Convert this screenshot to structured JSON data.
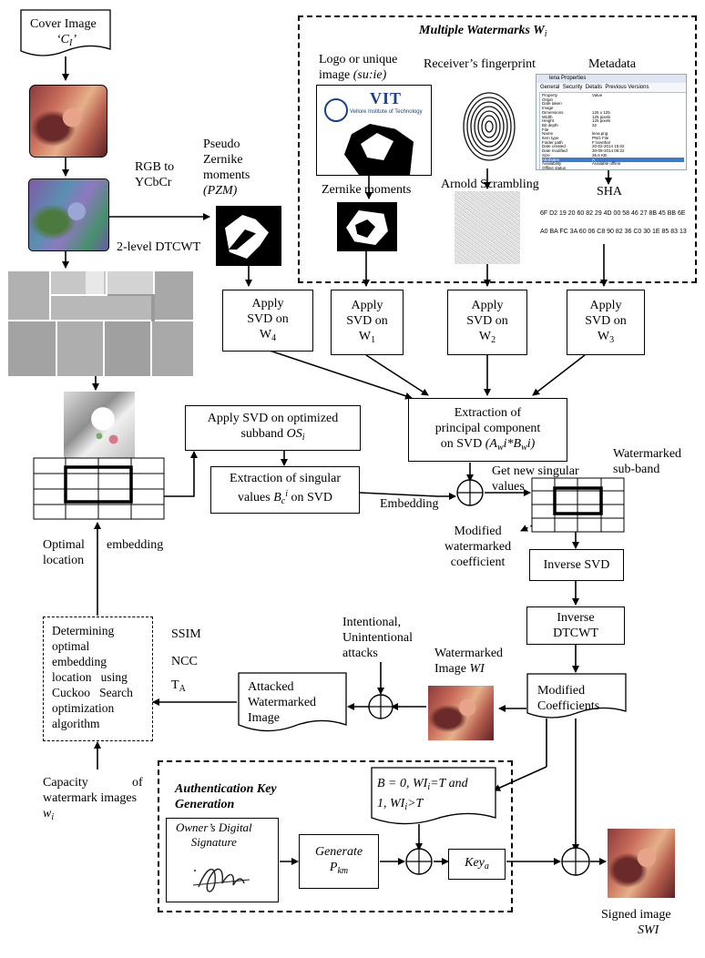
{
  "cover_label": "Cover Image",
  "cover_var": "‘C",
  "cover_var_sub": "I",
  "cover_var_end": "’",
  "rgb_to_ycbcr": "RGB to\nYCbCr",
  "dtcwt": "2-level DTCWT",
  "pzm_label": "Pseudo\nZernike\nmoments",
  "pzm_abbr": "(PZM)",
  "mw_title": "Multiple Watermarks W",
  "mw_title_sub": "i",
  "logo_label": "Logo or unique\nimage ",
  "logo_label_it": "(su:ie)",
  "vit_name": "VIT",
  "vit_sub": "Vellore Institute of Technology",
  "fingerprint_label": "Receiver’s fingerprint",
  "metadata_label": "Metadata",
  "meta_dialog_title": "lena Properties",
  "meta_tabs": [
    "General",
    "Security",
    "Details",
    "Previous Versions"
  ],
  "meta_rows": [
    [
      "Property",
      "Value"
    ],
    [
      "Origin",
      ""
    ],
    [
      "Date taken",
      ""
    ],
    [
      "Image",
      ""
    ],
    [
      "Dimensions",
      "125 x 125"
    ],
    [
      "Width",
      "125 pixels"
    ],
    [
      "Height",
      "125 pixels"
    ],
    [
      "Bit depth",
      "32"
    ],
    [
      "File",
      ""
    ],
    [
      "Name",
      "lena.png"
    ],
    [
      "Item type",
      "PNG File"
    ],
    [
      "Folder path",
      "F:\\seethal"
    ],
    [
      "Date created",
      "20-02-2014 15:02"
    ],
    [
      "Date modified",
      "30-09-2014 06:22"
    ],
    [
      "Size",
      "36.6 KB"
    ],
    [
      "Attributes",
      "A"
    ],
    [
      "Availability",
      "Available offline"
    ],
    [
      "Offline status",
      ""
    ]
  ],
  "zernike_label": "Zernike moments",
  "arnold_label": "Arnold Scrambling",
  "sha_label": "SHA",
  "sha_hex_1": "6F D2 19 20 60 82 29 4D 00 58 46 27 8B 45 BB 6E",
  "sha_hex_2": "A0 BA FC 3A 60 06 C8 90 82 36 C0 30 1E 85 83 13",
  "apply": "Apply\nSVD on",
  "w4": "W",
  "w4s": "4",
  "w1": "W",
  "w1s": "1",
  "w2": "W",
  "w2s": "2",
  "w3": "W",
  "w3s": "3",
  "extraction_pc": "Extraction of\nprincipal component\non SVD ",
  "extraction_pc_it": "(A",
  "extraction_pc_it_sub": "w",
  "extraction_pc_it2": "i*B",
  "extraction_pc_it_sub2": "w",
  "extraction_pc_it3": "i)",
  "apply_svd_opt": "Apply SVD on optimized\nsubband ",
  "apply_svd_opt_it": "OS",
  "apply_svd_opt_sub": "i",
  "extract_sv": "Extraction of singular\nvalues ",
  "extract_sv_it": "B",
  "extract_sv_sub": "c",
  "extract_sv_sup": "i",
  "extract_sv_end": " on SVD",
  "embedding": "Embedding",
  "get_new_sv": "Get new singular\nvalues",
  "watermarked_subband": "Watermarked\nsub-band",
  "modified_wm_coef": "Modified\nwatermarked\ncoefficient",
  "inverse_svd": "Inverse SVD",
  "inverse_dtcwt": "Inverse\nDTCWT",
  "optimal": "Optimal",
  "embedding2": "embedding",
  "location": "location",
  "determining": "Determining\noptimal\nembedding\nlocation   using\nCuckoo   Search\noptimization\nalgorithm",
  "ssim": "SSIM",
  "ncc": "NCC",
  "ta": "T",
  "ta_sub": "A",
  "intentional": "Intentional,\nUnintentional\nattacks",
  "wm_image": "Watermarked\nImage ",
  "wm_image_it": "WI",
  "attacked": "Attacked\nWatermarked\nImage",
  "modified_coef": "Modified\nCoefficients",
  "capacity_1": "Capacity",
  "capacity_of": "of",
  "capacity_2": "watermark images",
  "capacity_w": "w",
  "capacity_w_sub": "i",
  "auth_key_title": "Authentication Key\nGeneration",
  "b_rule_1": "B = 0, ",
  "b_rule_wi": "WI",
  "b_rule_1b": "=T and",
  "b_rule_2": "1, ",
  "b_rule_2b": ">T",
  "owners_sig": "Owner’s Digital\nSignature",
  "generate": "Generate",
  "pkm": "P",
  "pkm_sub": "km",
  "key": "Key",
  "key_sub": "a",
  "signed_image": "Signed image",
  "swi": "SWI"
}
